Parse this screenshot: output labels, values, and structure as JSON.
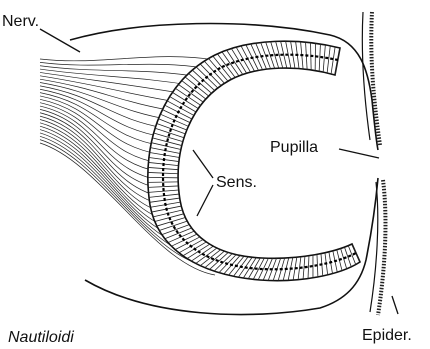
{
  "labels": {
    "nerve": "Nerv.",
    "sensory": "Sens.",
    "pupil": "Pupilla",
    "epidermis": "Epider.",
    "caption": "Nautiloidi"
  },
  "colors": {
    "ink": "#111111",
    "paper": "#ffffff"
  }
}
